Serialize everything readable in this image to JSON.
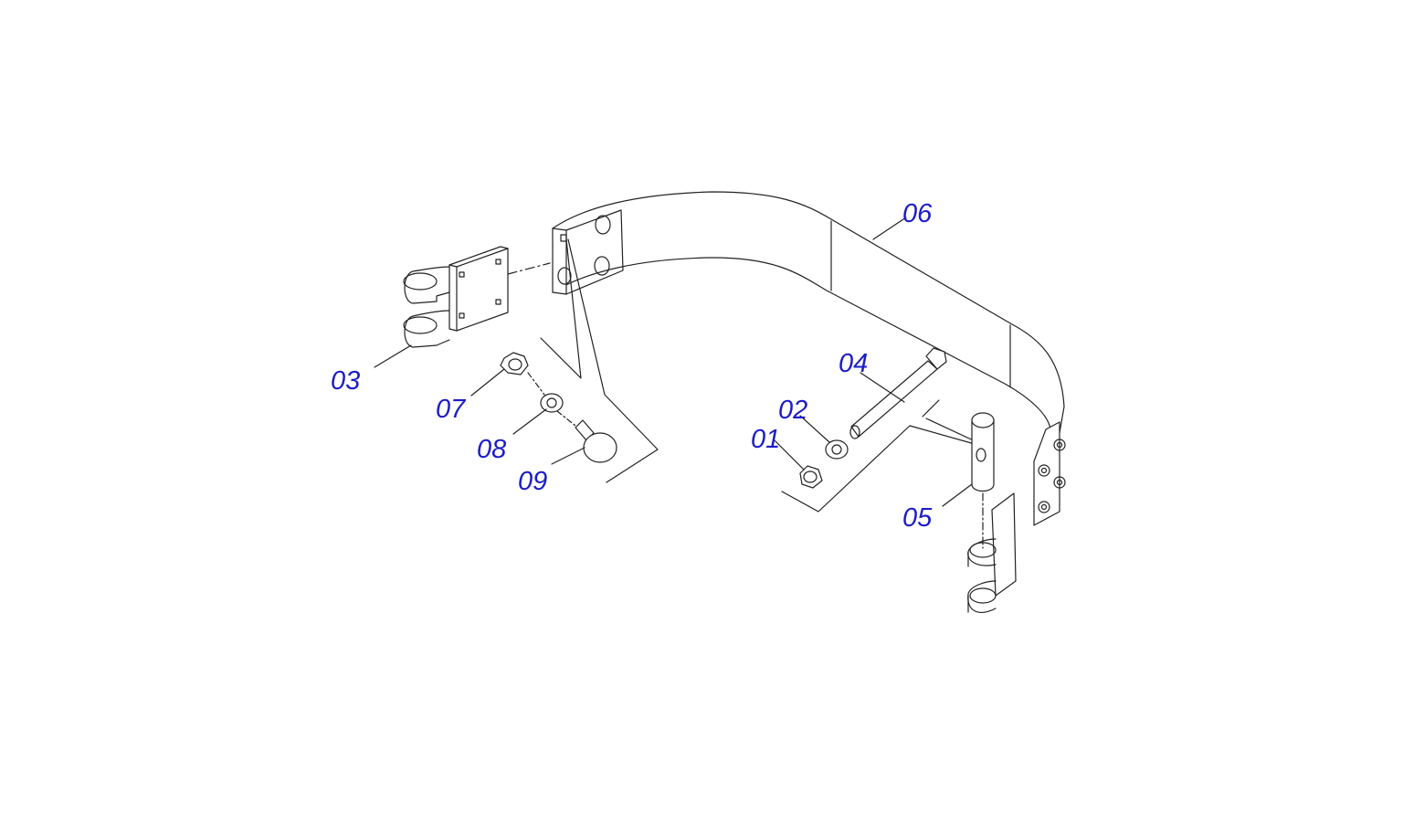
{
  "colors": {
    "line": "#222222",
    "callout_text": "#1c1cc8",
    "background": "#ffffff"
  },
  "callouts": [
    {
      "id": "01",
      "label": "01"
    },
    {
      "id": "02",
      "label": "02"
    },
    {
      "id": "03",
      "label": "03"
    },
    {
      "id": "04",
      "label": "04"
    },
    {
      "id": "05",
      "label": "05"
    },
    {
      "id": "06",
      "label": "06"
    },
    {
      "id": "07",
      "label": "07"
    },
    {
      "id": "08",
      "label": "08"
    },
    {
      "id": "09",
      "label": "09"
    }
  ]
}
